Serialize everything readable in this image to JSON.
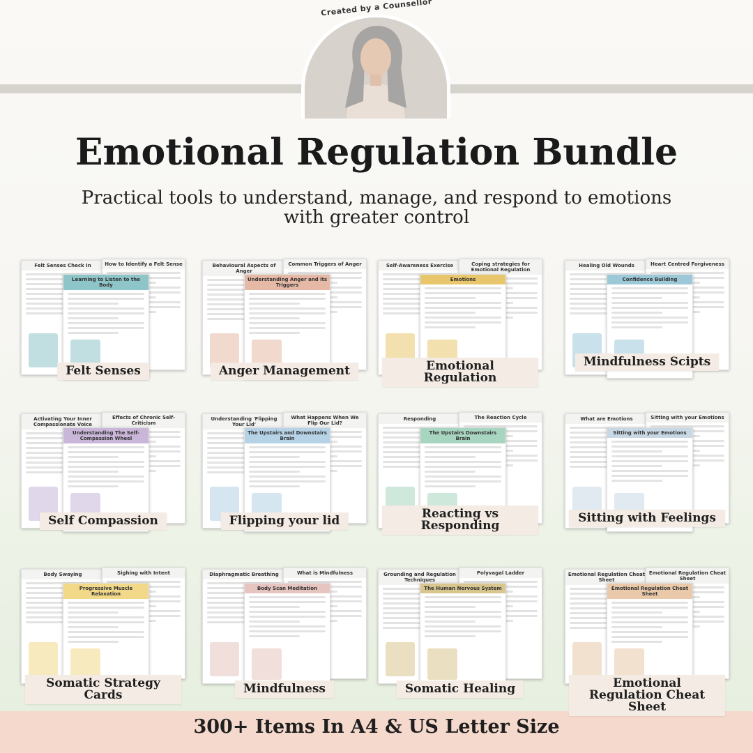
{
  "header": {
    "badge": "Created by a Counsellor",
    "title": "Emotional Regulation Bundle",
    "subtitle_line1": "Practical tools to understand, manage, and respond to emotions",
    "subtitle_line2": "with greater control"
  },
  "products": [
    {
      "label": "Felt Senses",
      "sheets": [
        "Felt Senses Check In",
        "How to Identify a Felt Sense",
        "Learning to Listen to the Body"
      ],
      "accent": "#8ec5c8"
    },
    {
      "label": "Anger Management",
      "sheets": [
        "Behavioural Aspects of Anger",
        "Common Triggers of Anger",
        "Understanding Anger and its Triggers"
      ],
      "accent": "#e6b9a6"
    },
    {
      "label": "Emotional Regulation",
      "sheets": [
        "Self-Awareness Exercise",
        "Coping strategies for Emotional Regulation",
        "Emotions"
      ],
      "accent": "#e8c66b"
    },
    {
      "label": "Mindfulness Scipts",
      "sheets": [
        "Healing Old Wounds",
        "Heart Centred Forgiveness",
        "Confidence Building"
      ],
      "accent": "#9cc8d8"
    },
    {
      "label": "Self Compassion",
      "sheets": [
        "Activating Your Inner Compassionate Voice",
        "Effects of Chronic Self-Criticism",
        "Understanding The Self-Compassion Wheel"
      ],
      "accent": "#c9b6d9"
    },
    {
      "label": "Flipping your lid",
      "sheets": [
        "Understanding 'Flipping Your Lid'",
        "What Happens When We Flip Our Lid?",
        "The Upstairs and Downstairs Brain"
      ],
      "accent": "#b5d2e6"
    },
    {
      "label": "Reacting vs Responding",
      "sheets": [
        "Responding",
        "The Reaction Cycle",
        "The Upstairs Downstairs Brain"
      ],
      "accent": "#a8d5c0"
    },
    {
      "label": "Sitting with Feelings",
      "sheets": [
        "What are Emotions",
        "Sitting with your Emotions",
        "Sitting with your Emotions"
      ],
      "accent": "#c8d8e4"
    },
    {
      "label": "Somatic Strategy Cards",
      "sheets": [
        "Body Swaying",
        "Sighing with Intent",
        "Progressive Muscle Relaxation"
      ],
      "accent": "#f2d98a"
    },
    {
      "label": "Mindfulness",
      "sheets": [
        "Diaphragmatic Breathing",
        "What is Mindfulness",
        "Body Scan Meditation"
      ],
      "accent": "#e6c4c0"
    },
    {
      "label": "Somatic Healing",
      "sheets": [
        "Grounding and Regulation Techniques",
        "Polyvagal Ladder",
        "The Human Nervous System"
      ],
      "accent": "#d9c58e"
    },
    {
      "label": "Emotional Regulation Cheat Sheet",
      "sheets": [
        "Emotional Regulation Cheat Sheet",
        "Emotional Regulation Cheat Sheet",
        "Emotional Regulation Cheat Sheet"
      ],
      "accent": "#e9c9a9"
    }
  ],
  "footer": {
    "text": "300+ Items In A4 & US Letter Size"
  },
  "colors": {
    "footer_bg": "#f5d9cc",
    "label_bg": "#f4ece4",
    "band": "#d6d3cd"
  }
}
